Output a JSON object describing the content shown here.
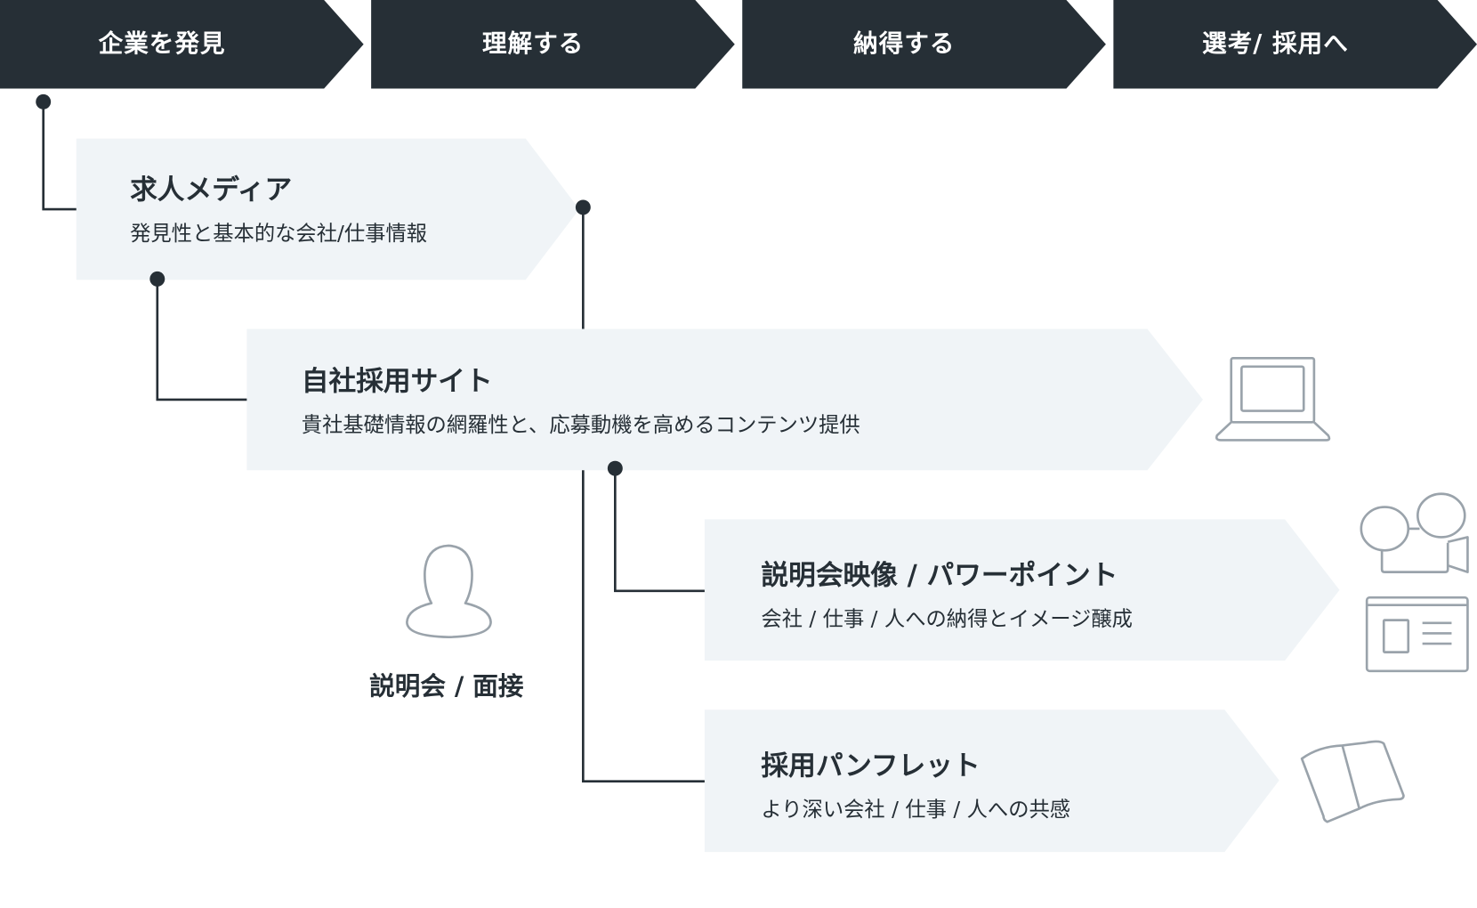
{
  "stages": [
    "企業を発見",
    "理解する",
    "納得する",
    "選考/ 採用へ"
  ],
  "channels": [
    {
      "title": "求人メディア",
      "description": "発見性と基本的な会社/仕事情報"
    },
    {
      "title": "自社採用サイト",
      "description": "貴社基礎情報の網羅性と、応募動機を高めるコンテンツ提供",
      "icon": "laptop-icon"
    },
    {
      "title": "説明会映像 / パワーポイント",
      "description": "会社 / 仕事 / 人への納得とイメージ醸成",
      "icons": [
        "video-camera-icon",
        "presentation-slide-icon"
      ]
    },
    {
      "title": "採用パンフレット",
      "description": "より深い会社 / 仕事 / 人への共感",
      "icon": "open-book-icon"
    }
  ],
  "briefing": {
    "label": "説明会 / 面接",
    "icon": "person-icon"
  },
  "colors": {
    "dark": "#262f36",
    "panel": "#f0f4f7",
    "icon": "#9aa3ab"
  }
}
